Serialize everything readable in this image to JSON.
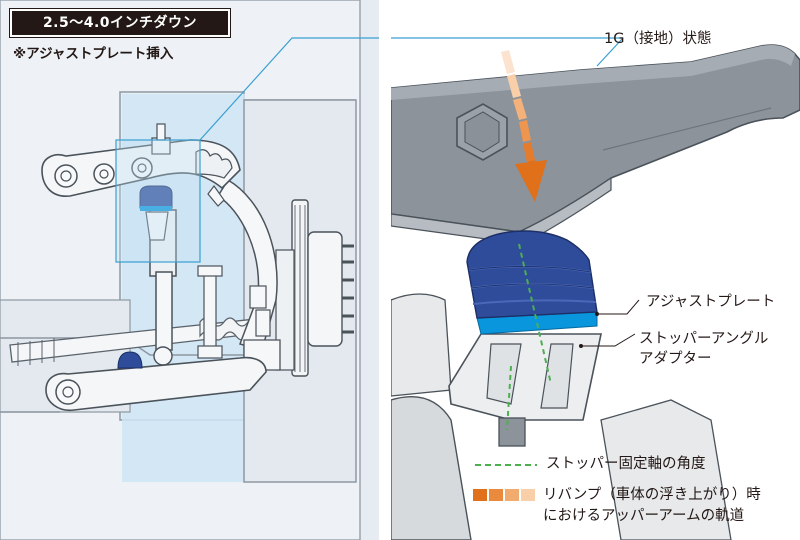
{
  "left": {
    "badge": "2.5〜4.0インチダウン",
    "subtitle": "※アジャストプレート挿入"
  },
  "right": {
    "state_label": "1G（接地）状態",
    "plate_label": "アジャストプレート",
    "adapter_label_line1": "ストッパーアングル",
    "adapter_label_line2": "アダプター"
  },
  "legend": {
    "axis_angle": "ストッパー固定軸の角度",
    "rebound_line1": "リバンプ（車体の浮き上がり）時",
    "rebound_line2": "におけるアッパーアームの軌道"
  },
  "colors": {
    "highlight": "#cfe5f4",
    "stopper_blue": "#2e4c9a",
    "plate_cyan": "#0a96dc",
    "arrow_orange": "#e0701a",
    "axis_green": "#4caf50",
    "leader_line": "#3a9fd2"
  }
}
